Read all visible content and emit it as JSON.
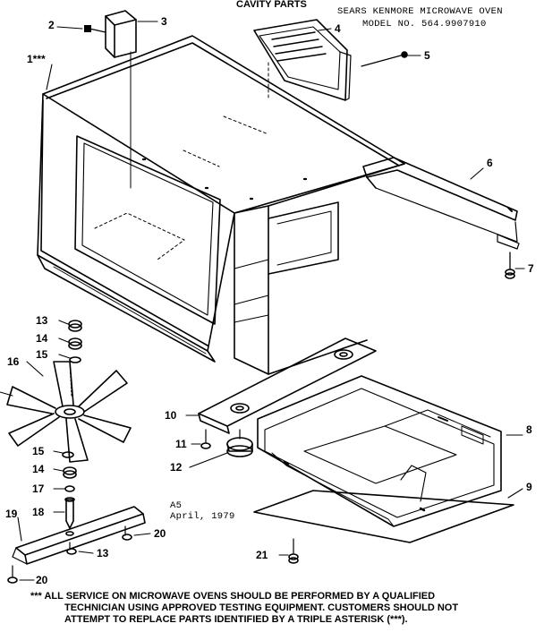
{
  "header": {
    "section_title": "CAVITY PARTS",
    "model_line1": "SEARS KENMORE MICROWAVE OVEN",
    "model_line2": "MODEL NO. 564.9907910"
  },
  "callouts": {
    "c1": "1***",
    "c2": "2",
    "c3": "3",
    "c4": "4",
    "c5": "5",
    "c6": "6",
    "c7": "7",
    "c8": "8",
    "c9": "9",
    "c10": "10",
    "c11": "11",
    "c12": "12",
    "c13a": "13",
    "c14a": "14",
    "c15a": "15",
    "c16": "16",
    "c15b": "15",
    "c14b": "14",
    "c17": "17",
    "c18": "18",
    "c19": "19",
    "c20a": "20",
    "c13b": "13",
    "c20b": "20",
    "c21": "21"
  },
  "revision": {
    "code": "A5",
    "date": "April, 1979"
  },
  "footer": {
    "line1": "*** ALL SERVICE ON MICROWAVE OVENS SHOULD BE PERFORMED BY A QUALIFIED",
    "line2": "TECHNICIAN USING APPROVED TESTING EQUIPMENT. CUSTOMERS SHOULD NOT",
    "line3": "ATTEMPT TO REPLACE PARTS IDENTIFIED BY A TRIPLE ASTERISK (***)."
  }
}
